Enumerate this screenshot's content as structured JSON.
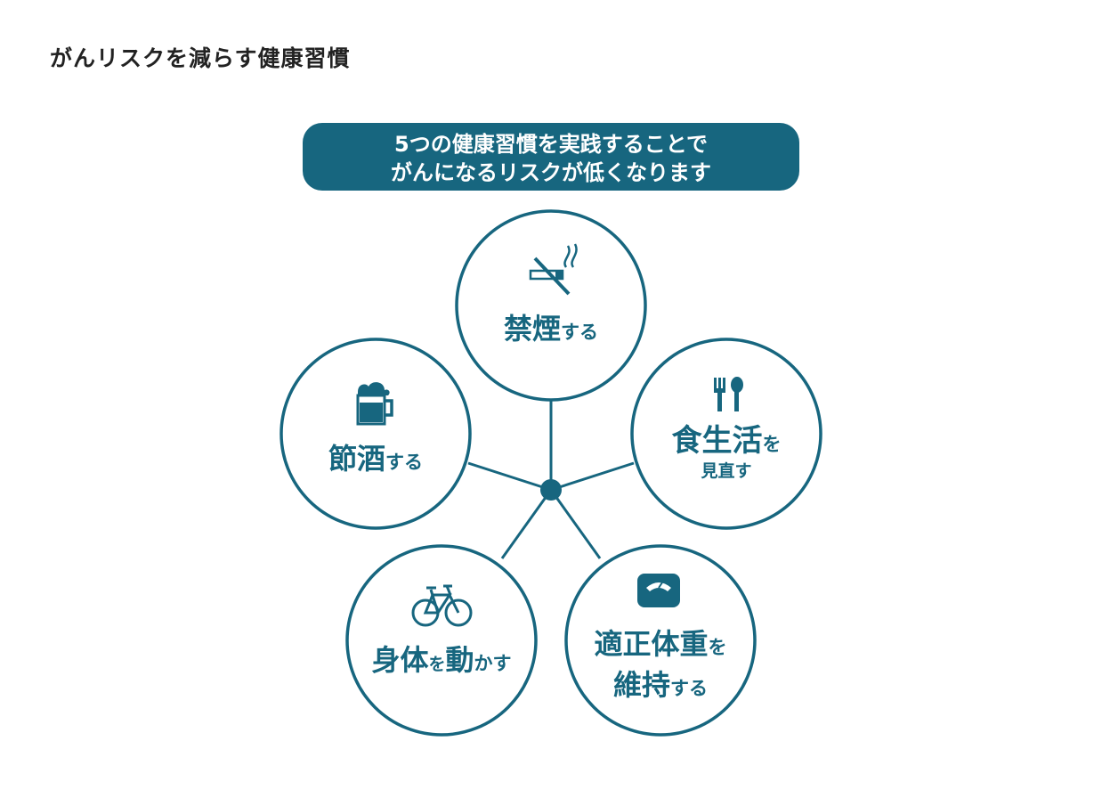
{
  "page": {
    "title": "がんリスクを減らす健康習慣"
  },
  "banner": {
    "line1": "5つの健康習慣を実践することで",
    "line2": "がんになるリスクが低くなります"
  },
  "habits": {
    "no_smoking": {
      "main": "禁煙",
      "suffix": "する",
      "icon": "no-smoking-icon"
    },
    "diet": {
      "main": "食生活",
      "suffix": "を",
      "sub": "見直す",
      "icon": "fork-spoon-icon"
    },
    "alcohol": {
      "main": "節酒",
      "suffix": "する",
      "icon": "beer-mug-icon"
    },
    "exercise": {
      "main1": "身体",
      "mid": "を",
      "main2": "動",
      "suffix": "かす",
      "icon": "bicycle-icon"
    },
    "weight": {
      "main": "適正体重",
      "suffix": "を",
      "main2": "維持",
      "suffix2": "する",
      "icon": "scale-icon"
    }
  },
  "colors": {
    "primary": "#17667f",
    "background": "#ffffff",
    "title": "#222222"
  }
}
